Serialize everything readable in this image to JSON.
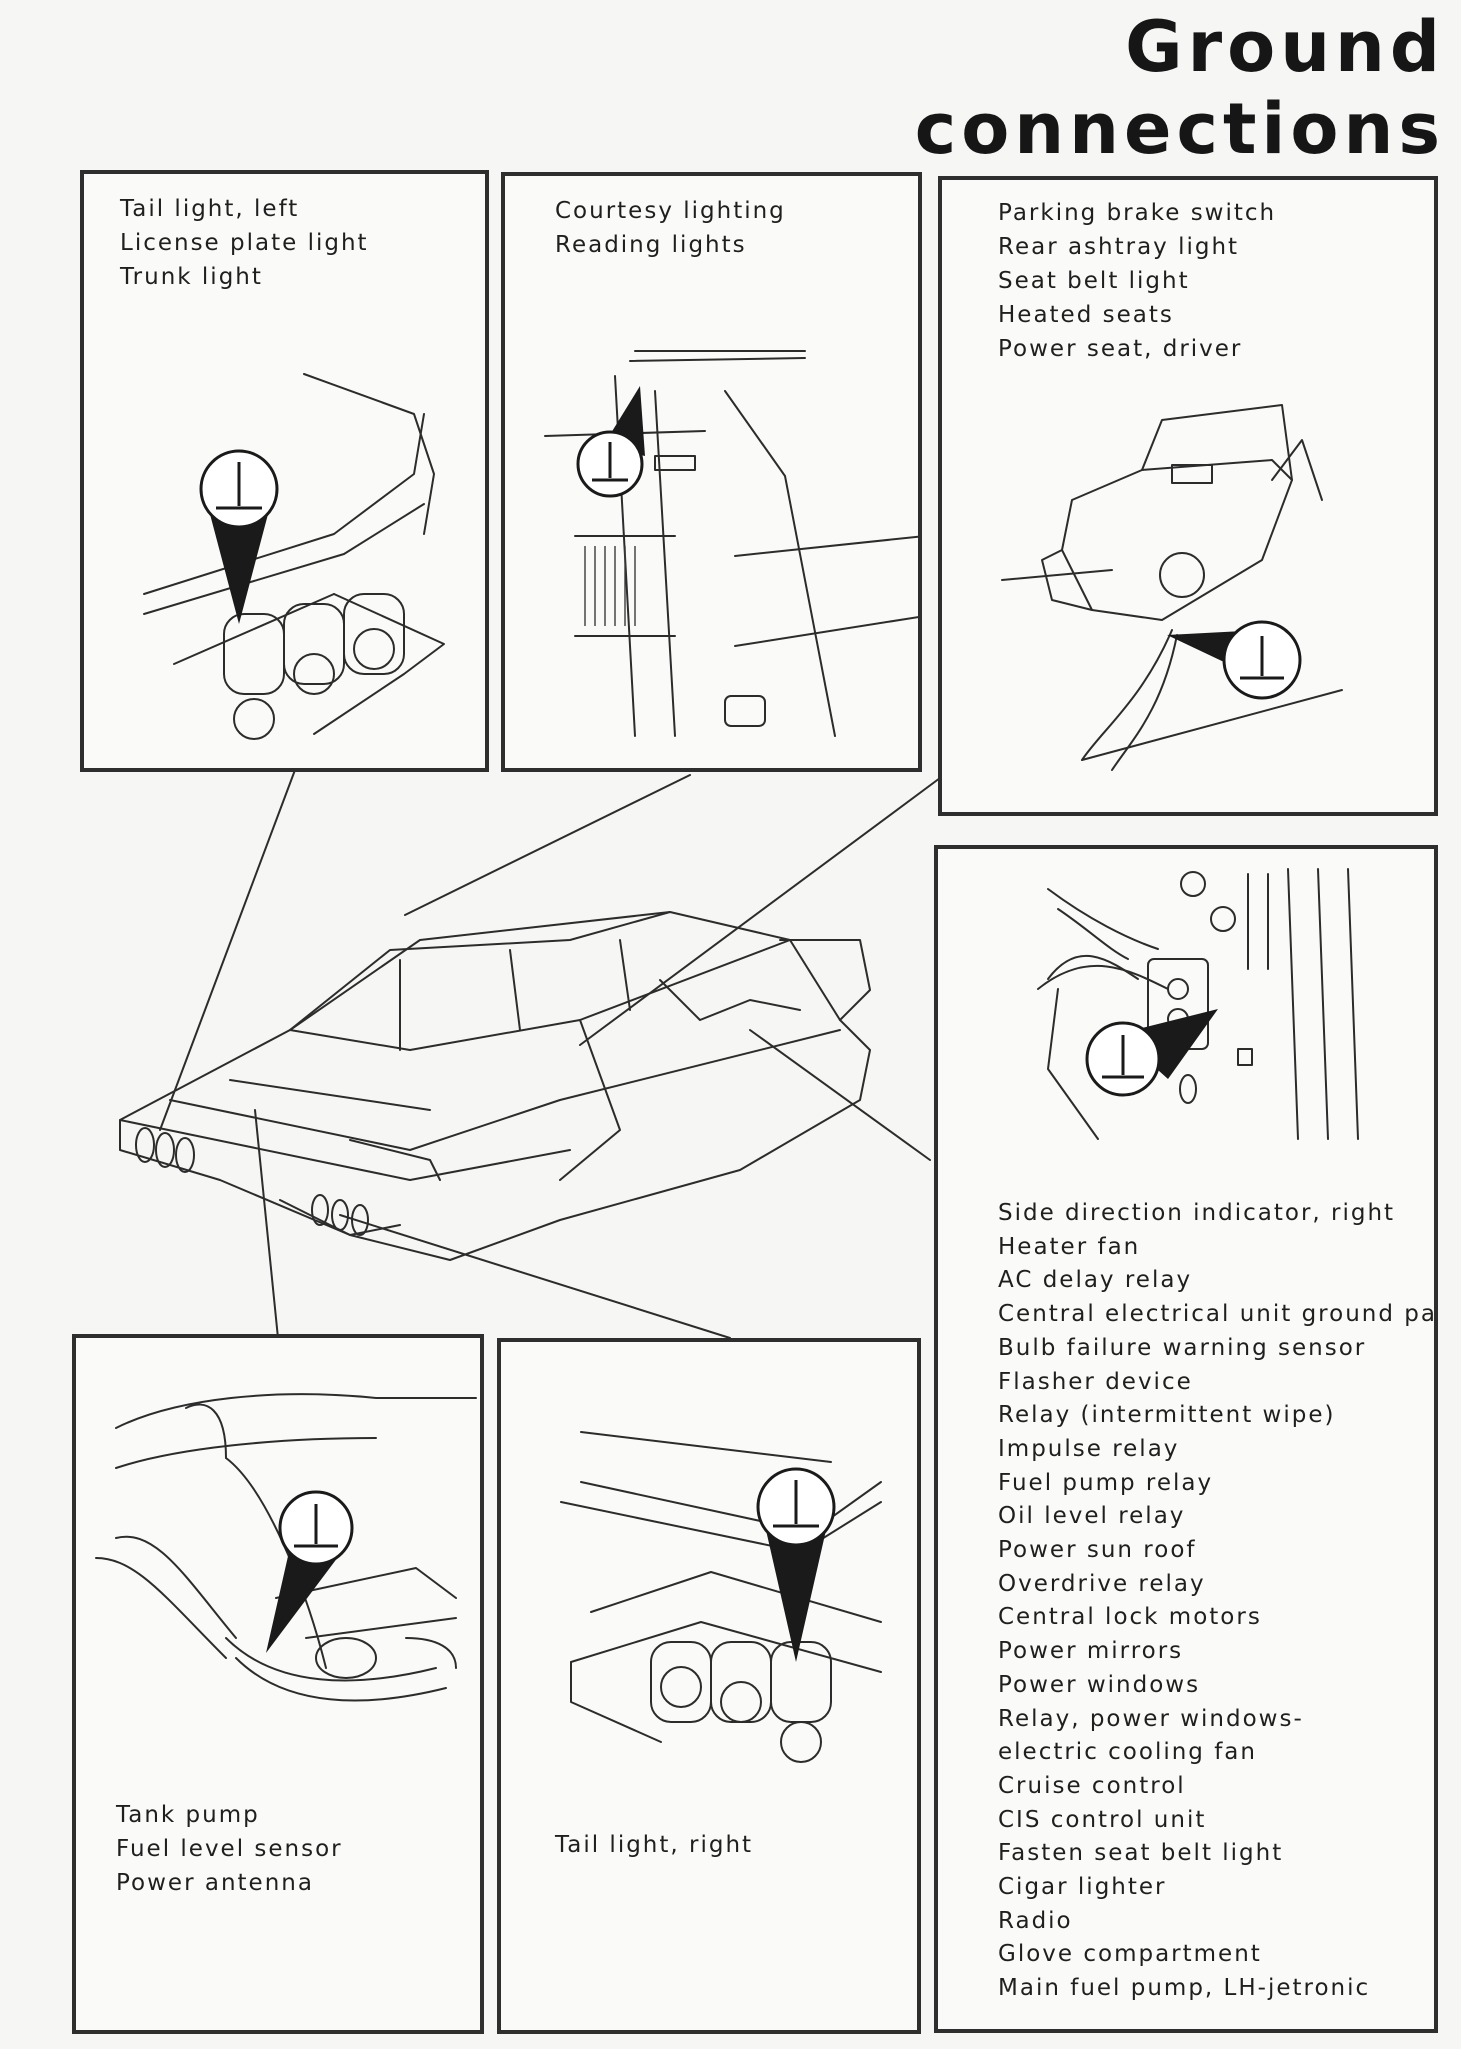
{
  "title": "Ground connections",
  "panels": {
    "top_left": [
      "Tail light, left",
      "License plate light",
      "Trunk light"
    ],
    "top_middle": [
      "Courtesy lighting",
      "Reading lights"
    ],
    "top_right": [
      "Parking brake switch",
      "Rear ashtray light",
      "Seat belt light",
      "Heated seats",
      "Power seat, driver"
    ],
    "right": [
      "Side direction indicator, right",
      "Heater fan",
      "AC delay relay",
      "Central electrical unit ground panel",
      "Bulb failure warning sensor",
      "Flasher device",
      "Relay (intermittent wipe)",
      "Impulse relay",
      "Fuel pump relay",
      "Oil level relay",
      "Power sun roof",
      "Overdrive relay",
      "Central lock motors",
      "Power mirrors",
      "Power windows",
      "Relay, power windows-",
      "electric cooling fan",
      "Cruise control",
      "CIS control unit",
      "Fasten seat belt light",
      "Cigar lighter",
      "Radio",
      "Glove compartment",
      "Main fuel pump, LH-jetronic"
    ],
    "bottom_left": [
      "Tank pump",
      "Fuel level sensor",
      "Power antenna"
    ],
    "bottom_middle": [
      "Tail light, right"
    ]
  },
  "icons": {
    "ground_symbol": "ground-symbol-icon"
  }
}
